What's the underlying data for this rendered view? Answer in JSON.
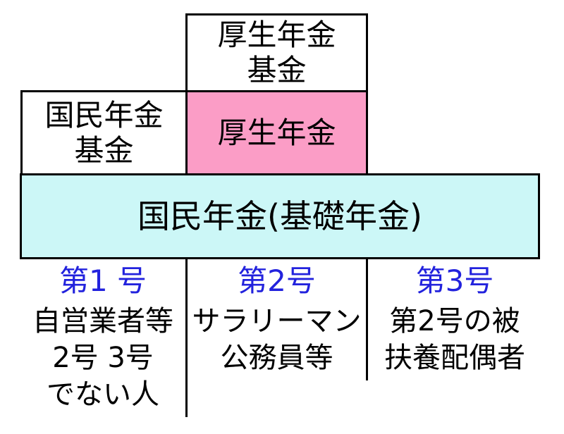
{
  "colors": {
    "pink": "#fb9dc6",
    "cyan": "#ccf7f7",
    "blue_label": "#2222dd",
    "border": "#000000",
    "background": "#ffffff"
  },
  "boxes": {
    "kosei_kikin": {
      "line1": "厚生年金",
      "line2": "基金"
    },
    "kokumin_kikin": {
      "line1": "国民年金",
      "line2": "基金"
    },
    "kosei": {
      "label": "厚生年金"
    },
    "kiso": {
      "label": "国民年金(基礎年金)"
    }
  },
  "categories": [
    {
      "number": "第1 号",
      "lines": [
        "自営業者等",
        "2号 3号",
        "でない人"
      ]
    },
    {
      "number": "第2号",
      "lines": [
        "サラリーマン",
        "公務員等"
      ]
    },
    {
      "number": "第3号",
      "lines": [
        "第2号の被",
        "扶養配偶者"
      ]
    }
  ]
}
